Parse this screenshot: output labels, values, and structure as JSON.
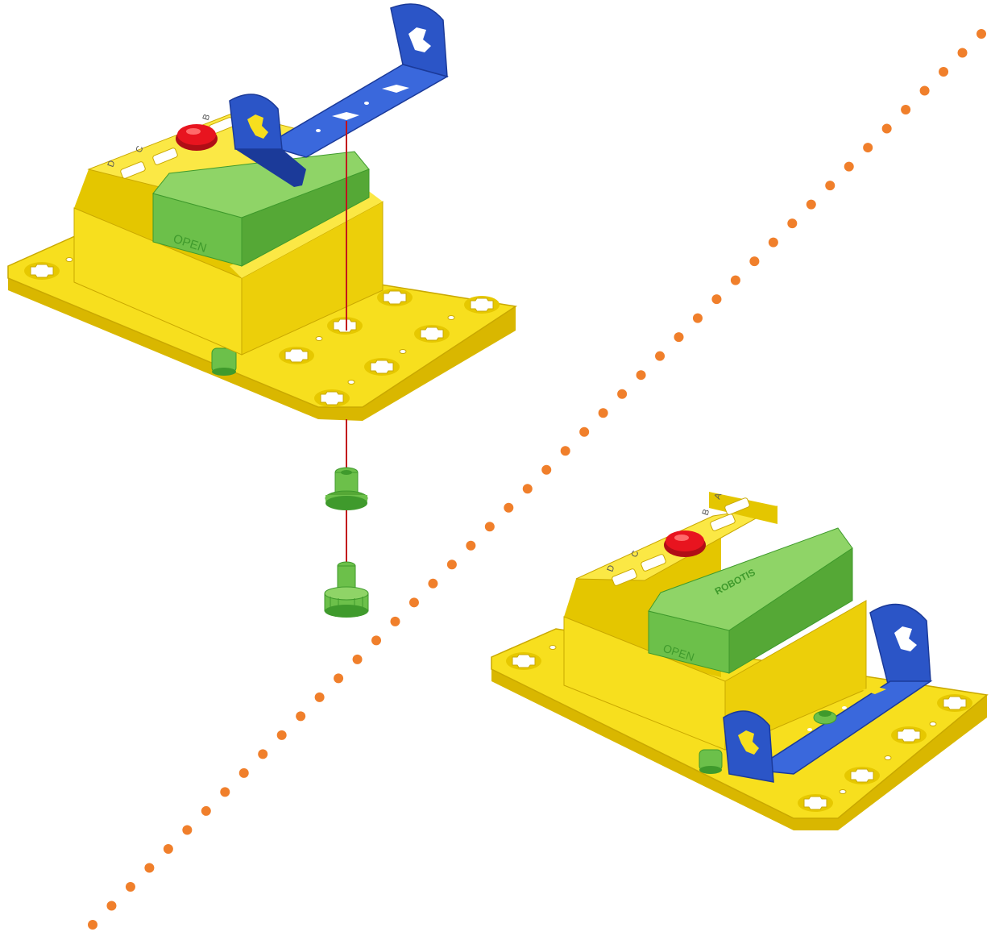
{
  "colors": {
    "yellow": "#f7df1e",
    "yellow_dark": "#d9b700",
    "yellow_light": "#fdf05a",
    "green": "#6cc04a",
    "green_dark": "#3f9a2c",
    "green_light": "#9ad86e",
    "blue": "#2b55c7",
    "blue_dark": "#1b3a99",
    "red": "#e8141f",
    "red_line": "#c2121c",
    "orange_dots": "#f07f2b"
  },
  "labels": {
    "battery_cover": "OPEN",
    "brand_mark": "ROBOTIS",
    "port_a": "A",
    "port_b": "B",
    "port_c": "C",
    "port_d": "D"
  },
  "icons": {
    "arrow": "arrow-icon",
    "divider": "dotted-divider"
  }
}
